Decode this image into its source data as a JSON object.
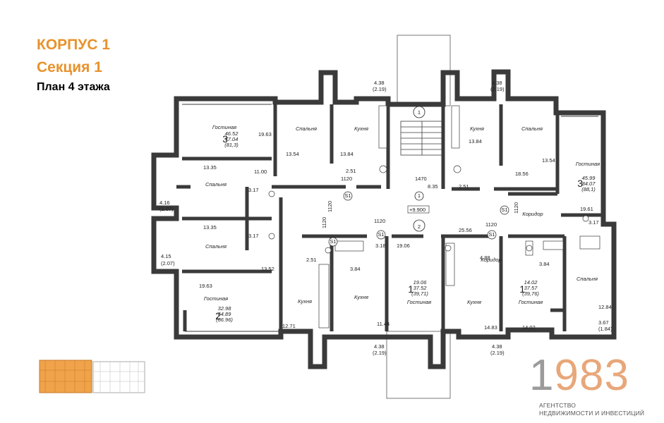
{
  "header": {
    "building": "КОРПУС 1",
    "section": "Секция 1",
    "plan": "План 4 этажа"
  },
  "brand": {
    "year_a": "1",
    "year_b": "983",
    "line1": "АГЕНТСТВО",
    "line2": "НЕДВИЖИМОСТИ И ИНВЕСТИЦИЙ"
  },
  "colors": {
    "accent": "#e8922c",
    "wall": "#3a3a3a",
    "wall_fill": "#d8d8d8",
    "brand_grey": "#9b9b9b",
    "brand_orange": "#e8a77a"
  },
  "plan": {
    "stair_number": "1",
    "level_mark": "+9.900",
    "apt_markers": [
      "1",
      "2"
    ],
    "door_tags": [
      "1120",
      "1120",
      "1470",
      "1120",
      "1120",
      "1120",
      "1120"
    ],
    "s1_tags": [
      "S1",
      "S1",
      "S1",
      "S1",
      "S1"
    ],
    "rooms": [
      {
        "label": "Гостиная",
        "area": ""
      },
      {
        "label": "Спальня"
      },
      {
        "label": "Кухня"
      },
      {
        "label": "Кухня"
      },
      {
        "label": "Спальня"
      },
      {
        "label": "Гостиная"
      },
      {
        "label": "Спальня"
      },
      {
        "label": "Спальня"
      },
      {
        "label": "Коридор"
      },
      {
        "label": "Коридор"
      },
      {
        "label": "Гостиная"
      },
      {
        "label": "Кухня"
      },
      {
        "label": "Кухня"
      },
      {
        "label": "Гостиная"
      },
      {
        "label": "Кухня"
      },
      {
        "label": "Гостиная"
      },
      {
        "label": "Спальня"
      }
    ],
    "apartments": [
      {
        "rooms": "3",
        "living": "46.52",
        "total": "77.04",
        "with_balcony": "(81,3)"
      },
      {
        "rooms": "3",
        "living": "45.99",
        "total": "84.07",
        "with_balcony": "(88,1)"
      },
      {
        "rooms": "2",
        "living": "32.98",
        "total": "64.89",
        "with_balcony": "(66.96)"
      },
      {
        "rooms": "1",
        "living": "19.06",
        "total": "37.52",
        "with_balcony": "(39,71)"
      },
      {
        "rooms": "1",
        "living": "14.02",
        "total": "37.57",
        "with_balcony": "(39,76)"
      }
    ],
    "areas": [
      "19.63",
      "13.54",
      "13.84",
      "13.84",
      "13.54",
      "18.56",
      "13.35",
      "11.00",
      "3.17",
      "13.35",
      "3.17",
      "13.52",
      "19.63",
      "2.51",
      "2.51",
      "8.35",
      "19.61",
      "3.17",
      "3.18",
      "19.06",
      "25.56",
      "4.88",
      "3.84",
      "3.84",
      "2.51",
      "12.71",
      "11.44",
      "14.83",
      "14.02",
      "12.84",
      "3.67",
      "(1.84)",
      "4.38",
      "(2.19)",
      "4.38",
      "(2.19)",
      "4.38",
      "(2.19)",
      "4.38",
      "(2.19)",
      "4.16",
      "(2.07)",
      "4.15",
      "(2.07)"
    ]
  }
}
